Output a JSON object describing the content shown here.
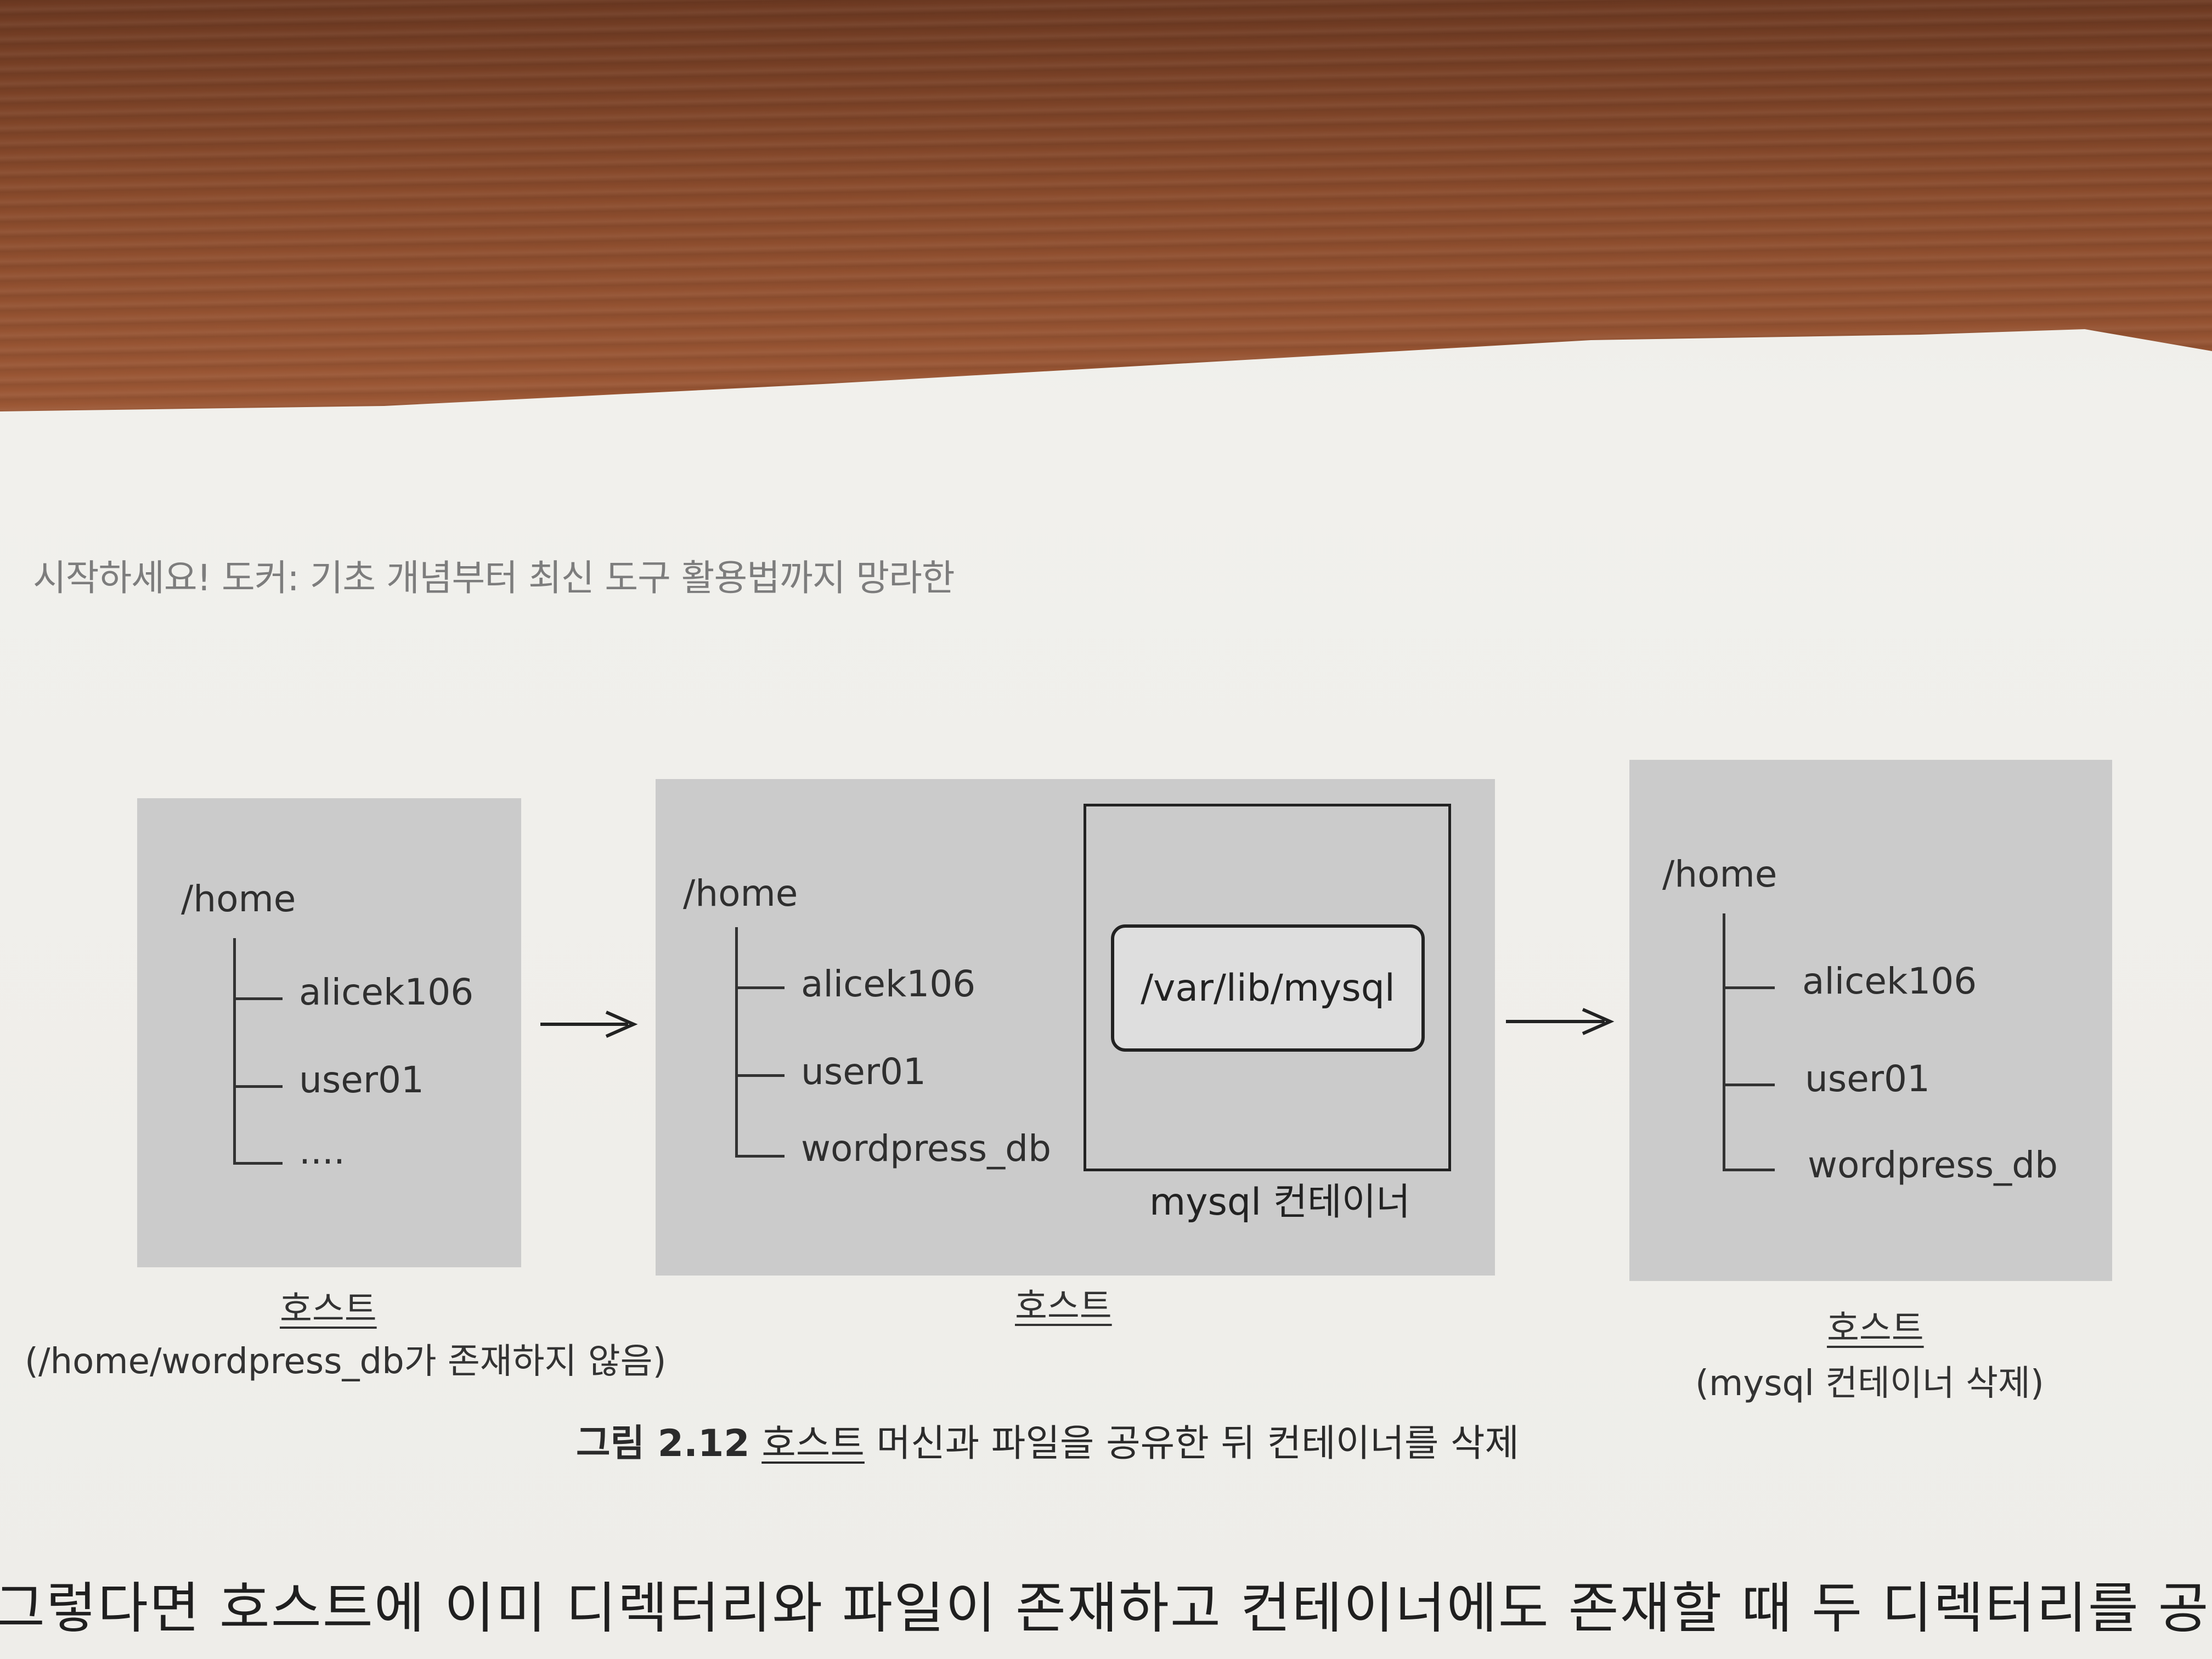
{
  "running_head": "시작하세요! 도커: 기초 개념부터 최신 도구 활용법까지 망라한",
  "panels": [
    {
      "root": "/home",
      "entries": [
        "alicek106",
        "user01",
        "...."
      ],
      "label": "호스트",
      "sublabel": "(/home/wordpress_db가 존재하지 않음)"
    },
    {
      "root": "/home",
      "entries": [
        "alicek106",
        "user01",
        "wordpress_db"
      ],
      "label": "호스트",
      "container": {
        "path": "/var/lib/mysql",
        "label": "mysql 컨테이너"
      }
    },
    {
      "root": "/home",
      "entries": [
        "alicek106",
        "user01",
        "wordpress_db"
      ],
      "label": "호스트",
      "sublabel": "(mysql 컨테이너 삭제)"
    }
  ],
  "figure_caption": {
    "number": "그림 2.12",
    "host_word": "호스트",
    "text": "머신과 파일을 공유한 뒤 컨테이너를 삭제"
  },
  "body_text": "그렇다면 호스트에 이미 디렉터리와 파일이 존재하고 컨테이너에도 존재할 때 두 디렉터리를 공유"
}
